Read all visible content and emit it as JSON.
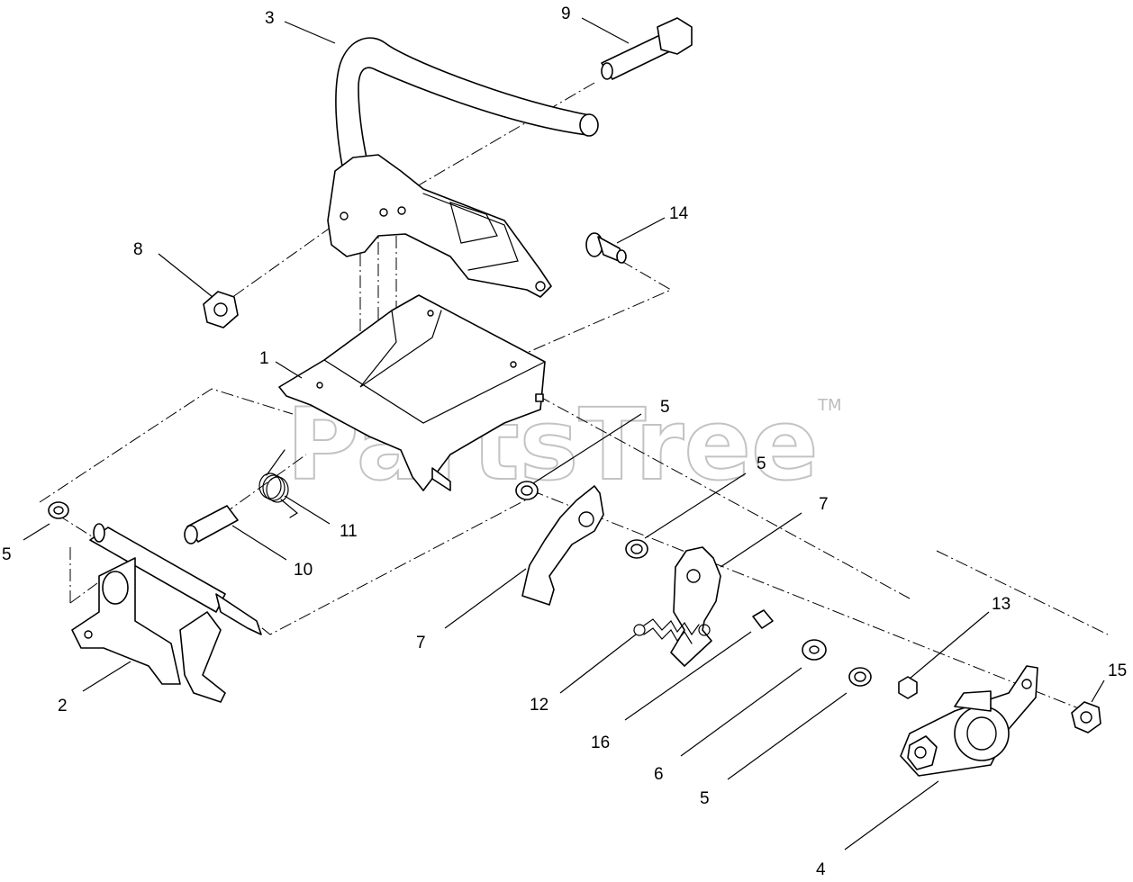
{
  "watermark": {
    "brand": "PartsTree",
    "trademark": "TM"
  },
  "callouts": {
    "c1": "1",
    "c2": "2",
    "c3": "3",
    "c4": "4",
    "c5a": "5",
    "c5b": "5",
    "c5c": "5",
    "c5d": "5",
    "c6": "6",
    "c7a": "7",
    "c7b": "7",
    "c8": "8",
    "c9": "9",
    "c10": "10",
    "c11": "11",
    "c12": "12",
    "c13": "13",
    "c14": "14",
    "c15": "15",
    "c16": "16"
  }
}
